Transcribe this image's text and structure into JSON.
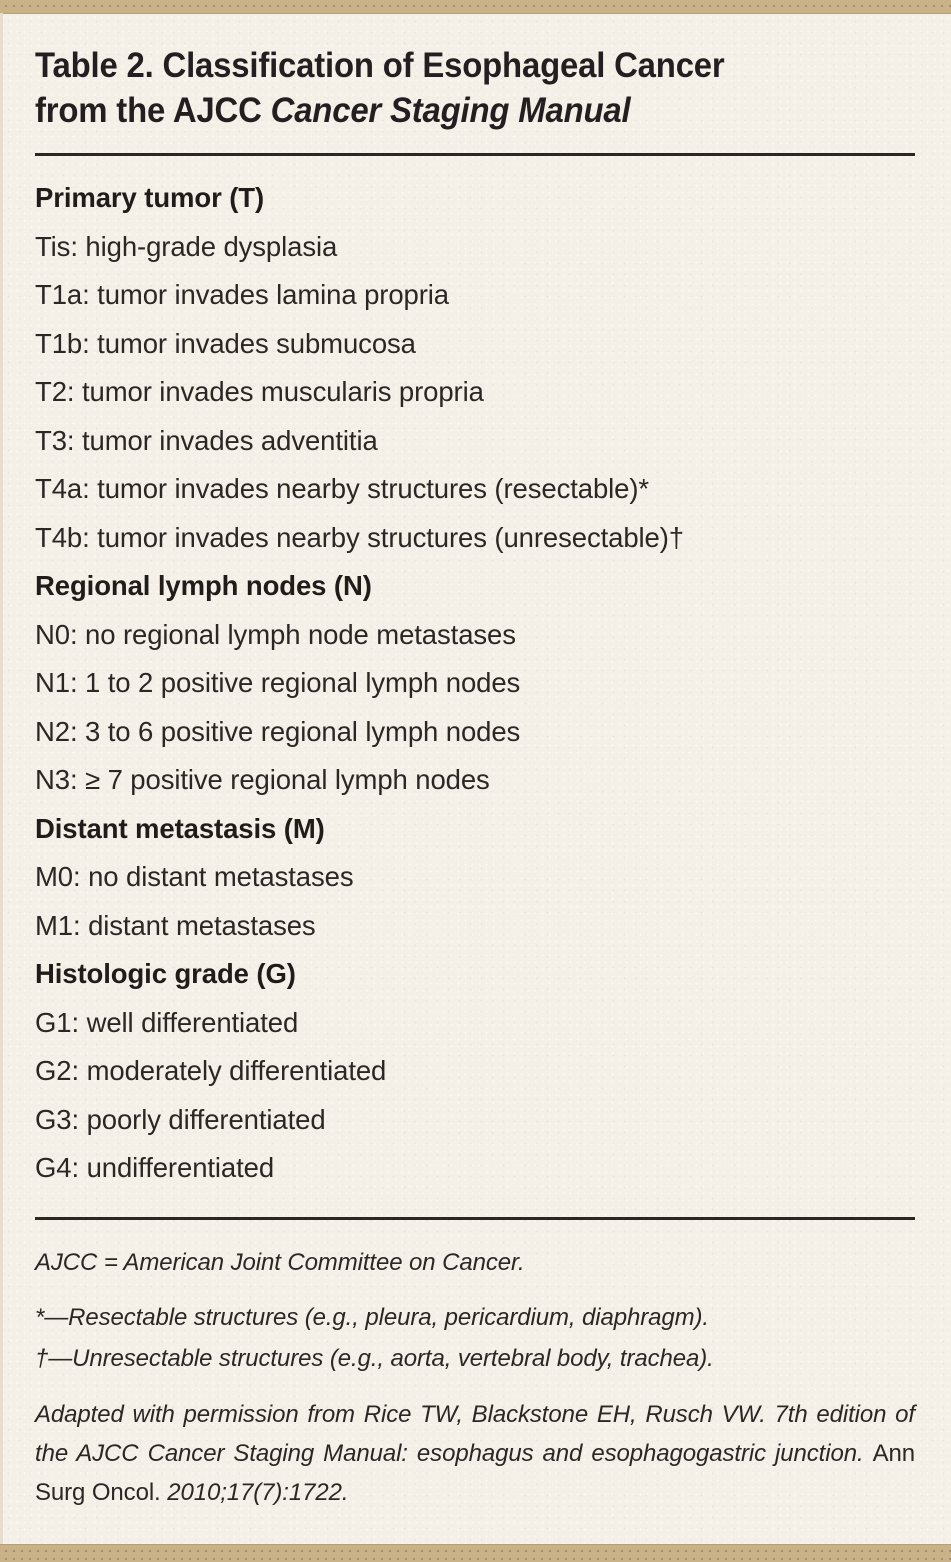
{
  "colors": {
    "page_background": "#f4f0e8",
    "band": "#c9b188",
    "rule": "#2c2723",
    "text": "#2b2724"
  },
  "title": {
    "line1": "Table 2. Classification of Esophageal Cancer",
    "line2_roman": "from the AJCC ",
    "line2_italic": "Cancer Staging Manual"
  },
  "sections": [
    {
      "heading": "Primary tumor (T)",
      "items": [
        "Tis: high-grade dysplasia",
        "T1a: tumor invades lamina propria",
        "T1b: tumor invades submucosa",
        "T2: tumor invades muscularis propria",
        "T3: tumor invades adventitia",
        "T4a: tumor invades nearby structures (resectable)*",
        "T4b: tumor invades nearby structures (unresectable)†"
      ]
    },
    {
      "heading": "Regional lymph nodes (N)",
      "items": [
        "N0: no regional lymph node metastases",
        "N1: 1 to 2 positive regional lymph nodes",
        "N2: 3 to 6 positive regional lymph nodes",
        "N3: ≥ 7 positive regional lymph nodes"
      ]
    },
    {
      "heading": "Distant metastasis (M)",
      "items": [
        "M0: no distant metastases",
        "M1: distant metastases"
      ]
    },
    {
      "heading": "Histologic grade (G)",
      "items": [
        "G1: well differentiated",
        "G2: moderately differentiated",
        "G3: poorly differentiated",
        "G4: undifferentiated"
      ]
    }
  ],
  "footnotes": {
    "abbreviation": "AJCC = American Joint Committee on Cancer.",
    "asterisk": "*—Resectable structures (e.g., pleura, pericardium, diaphragm).",
    "dagger": "†—Unresectable structures (e.g., aorta, vertebral body, trachea)."
  },
  "source": {
    "part1": "Adapted with permission from Rice TW, Blackstone EH, Rusch VW. 7th edition of the AJCC Cancer Staging Manual: esophagus and esophagogastric junction. ",
    "journal": "Ann Surg Oncol.",
    "part2": " 2010;17(7):1722."
  }
}
